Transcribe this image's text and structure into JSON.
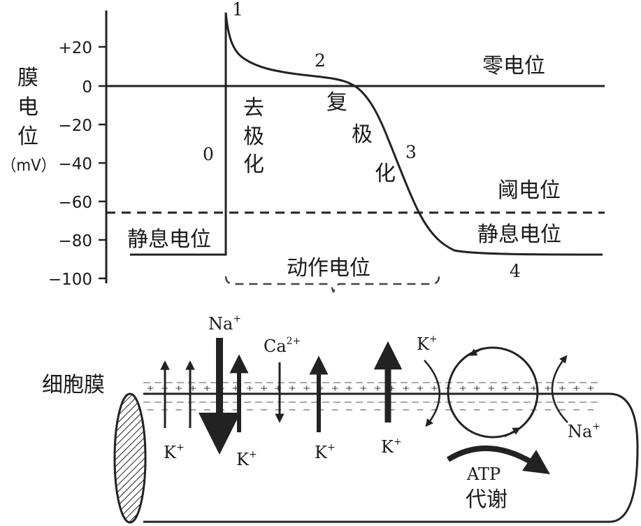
{
  "y_axis": {
    "label_chars": [
      "膜",
      "电",
      "位"
    ],
    "unit": "（mV）",
    "ticks": [
      "+20",
      "0",
      "−20",
      "−40",
      "−60",
      "−80",
      "−100"
    ]
  },
  "phases": [
    "0",
    "1",
    "2",
    "3",
    "4"
  ],
  "labels": {
    "depol_chars": [
      "去",
      "极",
      "化"
    ],
    "repol_chars": [
      "复",
      "极",
      "化"
    ],
    "zero_potential": "零电位",
    "threshold_potential": "阈电位",
    "resting_left": "静息电位",
    "resting_right": "静息电位",
    "action_potential": "动作电位"
  },
  "membrane": {
    "label": "细胞膜",
    "plus_marks": "+ + + + + + + + + + + + + + + + + + + + + + + + + + + + + + + +",
    "minus_marks": "− − − − − − − − − − − − − − − − − − − − − − − − − − − − − − − −"
  },
  "ions": {
    "na": {
      "base": "Na",
      "sup": "+"
    },
    "ca": {
      "base": "Ca",
      "sup": "2+"
    },
    "k": {
      "base": "K",
      "sup": "+"
    }
  },
  "pump": {
    "atp": "ATP",
    "metabolism": "代谢"
  }
}
